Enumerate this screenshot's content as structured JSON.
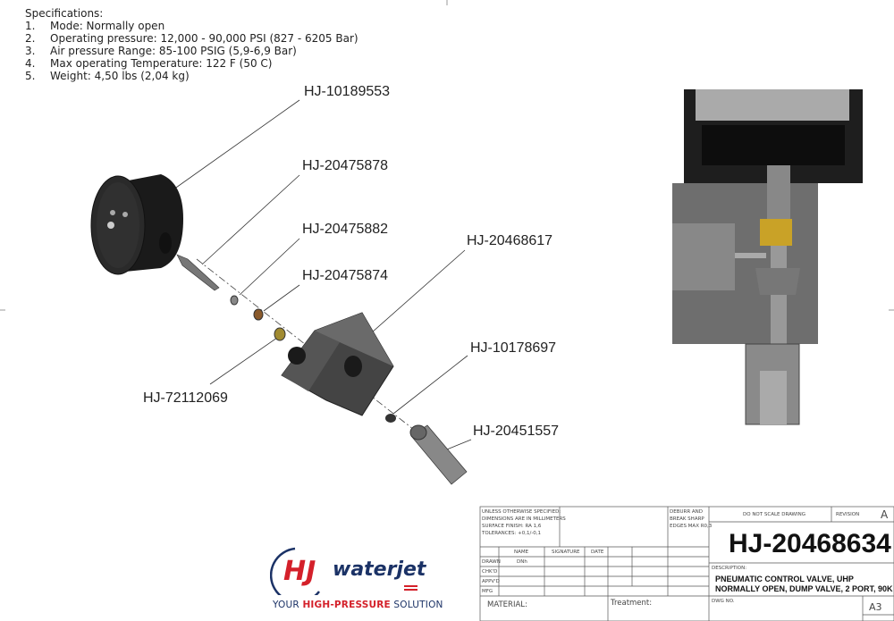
{
  "specs": {
    "title": "Specifications:",
    "items": [
      {
        "n": "1.",
        "text": "Mode: Normally open"
      },
      {
        "n": "2.",
        "text": "Operating pressure: 12,000 - 90,000 PSI (827 - 6205 Bar)"
      },
      {
        "n": "3.",
        "text": "Air pressure Range: 85-100 PSIG (5,9-6,9 Bar)"
      },
      {
        "n": "4.",
        "text": "Max operating Temperature: 122 F (50 C)"
      },
      {
        "n": "5.",
        "text": "Weight: 4,50 lbs (2,04 kg)"
      }
    ]
  },
  "parts": [
    "HJ-10189553",
    "HJ-20475878",
    "HJ-20475882",
    "HJ-20475874",
    "HJ-20468617",
    "HJ-10178697",
    "HJ-72112069",
    "HJ-20451557"
  ],
  "title_block": {
    "notes": [
      "UNLESS OTHERWISE SPECIFIED:",
      "DIMENSIONS ARE IN MILLIMETERS",
      "SURFACE FINISH: RA 1,6",
      "TOLERANCES: +0,1/-0,1"
    ],
    "deburr": [
      "DEBURR AND",
      "BREAK SHARP",
      "EDGES MAX R0,3"
    ],
    "do_not_scale": "DO NOT SCALE DRAWING",
    "revision_label": "REVISION",
    "revision": "A",
    "part_number": "HJ-20468634",
    "col_name": "NAME",
    "col_signature": "SIGNATURE",
    "col_date": "DATE",
    "drawn": "DRAWN",
    "drawn_name": "DNh",
    "chkd": "CHK'D",
    "appvd": "APPV'D",
    "mfg": "MFG",
    "description_label": "DESCRIPTION:",
    "description": [
      "PNEUMATIC CONTROL VALVE, UHP",
      "NORMALLY OPEN, DUMP VALVE, 2 PORT, 90K"
    ],
    "material_label": "MATERIAL:",
    "treatment_label": "Treatment:",
    "dwg_no_label": "DWG NO.",
    "sheet_size": "A3"
  },
  "logo": {
    "mark": "HJ",
    "brand": "waterjet",
    "tagline_pre": "YOUR ",
    "tagline_bold": "HIGH-PRESSURE",
    "tagline_post": " SOLUTION",
    "colors": {
      "red": "#d4202a",
      "navy": "#1b3266"
    }
  }
}
